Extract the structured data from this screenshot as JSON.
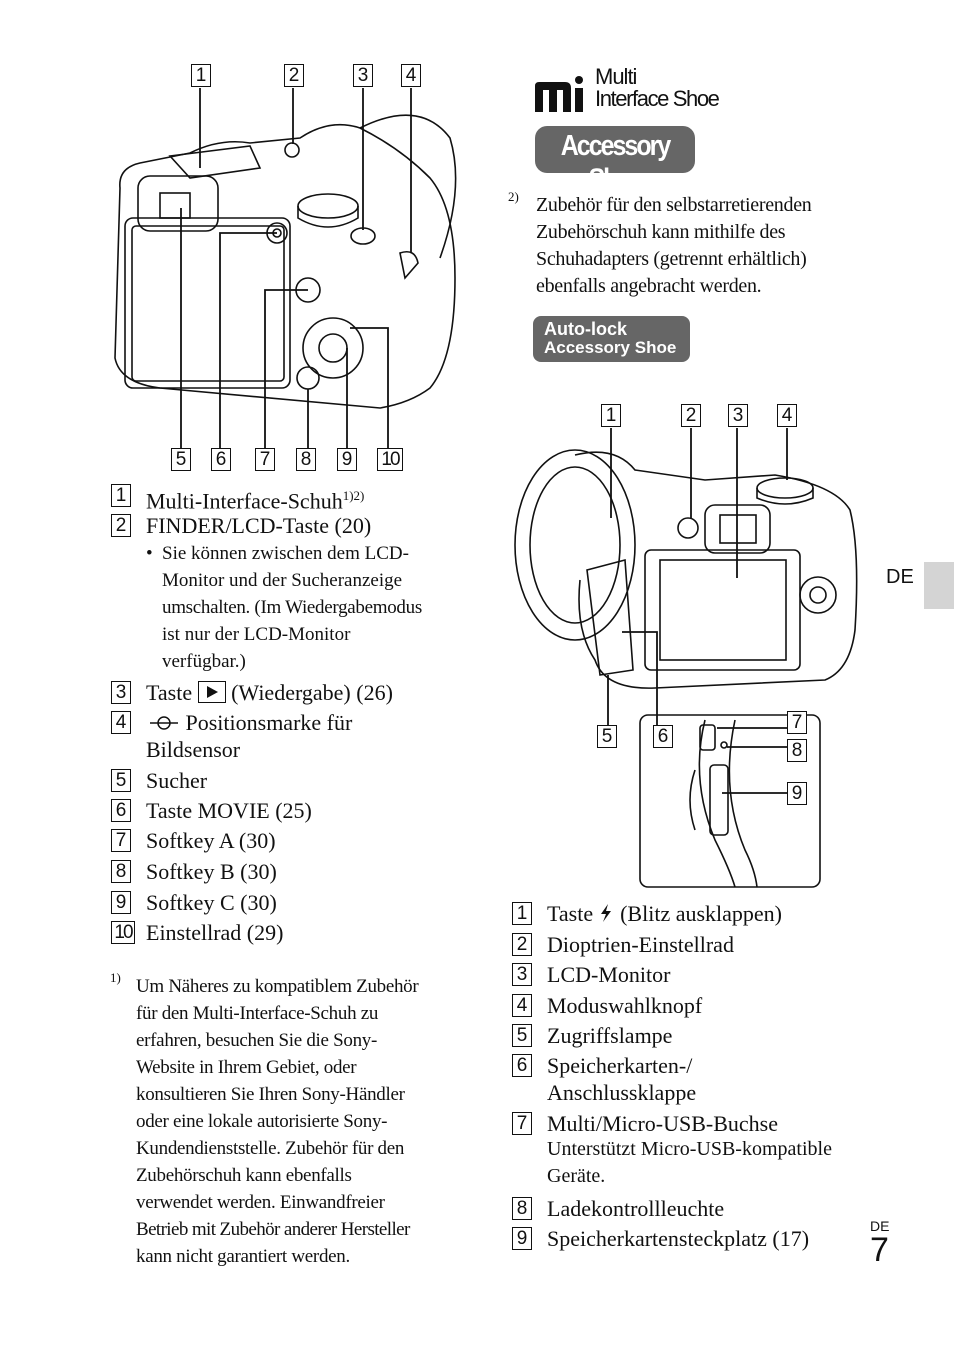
{
  "logos": {
    "multi_interface": {
      "line1": "Multi",
      "line2": "Interface Shoe",
      "mark": "mi"
    },
    "accessory_shoe": "Accessory Shoe",
    "autolock": {
      "line1": "Auto-lock",
      "line2": "Accessory Shoe"
    }
  },
  "diagram_top": {
    "callouts_top": [
      "1",
      "2",
      "3",
      "4"
    ],
    "callouts_bottom": [
      "5",
      "6",
      "7",
      "8",
      "9",
      "10"
    ]
  },
  "diagram_bottom": {
    "callouts_top": [
      "1",
      "2",
      "3",
      "4"
    ],
    "callouts_side": [
      "5",
      "6",
      "7",
      "8",
      "9"
    ]
  },
  "left_list": [
    {
      "n": "1",
      "text": "Multi-Interface-Schuh",
      "sup": "1)2)"
    },
    {
      "n": "2",
      "text": "FINDER/LCD-Taste (20)"
    },
    {
      "n": "3",
      "text_before": "Taste",
      "text_after": "(Wiedergabe) (26)"
    },
    {
      "n": "4",
      "text": "Positionsmarke für",
      "text2": "Bildsensor"
    },
    {
      "n": "5",
      "text": "Sucher"
    },
    {
      "n": "6",
      "text": "Taste MOVIE (25)"
    },
    {
      "n": "7",
      "text": "Softkey A (30)"
    },
    {
      "n": "8",
      "text": "Softkey B (30)"
    },
    {
      "n": "9",
      "text": "Softkey C (30)"
    },
    {
      "n": "10",
      "text": "Einstellrad (29)"
    }
  ],
  "item2_bullet": {
    "symbol": "•",
    "lines": [
      "Sie können zwischen dem LCD-",
      "Monitor und der Sucheranzeige",
      "umschalten. (Im Wiedergabemodus",
      "ist nur der LCD-Monitor",
      "verfügbar.)"
    ]
  },
  "footnote1": {
    "marker": "1)",
    "lines": [
      "Um Näheres zu kompatiblem Zubehör",
      "für den Multi-Interface-Schuh zu",
      "erfahren, besuchen Sie die Sony-",
      "Website in Ihrem Gebiet, oder",
      "konsultieren Sie Ihren Sony-Händler",
      "oder eine lokale autorisierte Sony-",
      "Kundendienststelle. Zubehör für den",
      "Zubehörschuh kann ebenfalls",
      "verwendet werden. Einwandfreier",
      "Betrieb mit Zubehör anderer Hersteller",
      "kann nicht garantiert werden."
    ]
  },
  "footnote2": {
    "marker": "2)",
    "lines": [
      "Zubehör für den selbstarretierenden",
      "Zubehörschuh kann mithilfe des",
      "Schuhadapters (getrennt erhältlich)",
      "ebenfalls angebracht werden."
    ]
  },
  "right_list": [
    {
      "n": "1",
      "text_before": "Taste",
      "text_after": "(Blitz ausklappen)"
    },
    {
      "n": "2",
      "text": "Dioptrien-Einstellrad"
    },
    {
      "n": "3",
      "text": "LCD-Monitor"
    },
    {
      "n": "4",
      "text": "Moduswahlknopf"
    },
    {
      "n": "5",
      "text": "Zugriffslampe"
    },
    {
      "n": "6",
      "text": "Speicherkarten-/",
      "text2": "Anschlussklappe"
    },
    {
      "n": "7",
      "text": "Multi/Micro-USB-Buchse",
      "sub": "Unterstützt Micro-USB-kompatible",
      "sub2": "Geräte."
    },
    {
      "n": "8",
      "text": "Ladekontrollleuchte"
    },
    {
      "n": "9",
      "text": "Speicherkartensteckplatz (17)"
    }
  ],
  "side_tab": "DE",
  "footer": {
    "lang": "DE",
    "page": "7"
  },
  "icons": [
    "play-icon",
    "sensor-mark-icon",
    "flash-icon"
  ]
}
